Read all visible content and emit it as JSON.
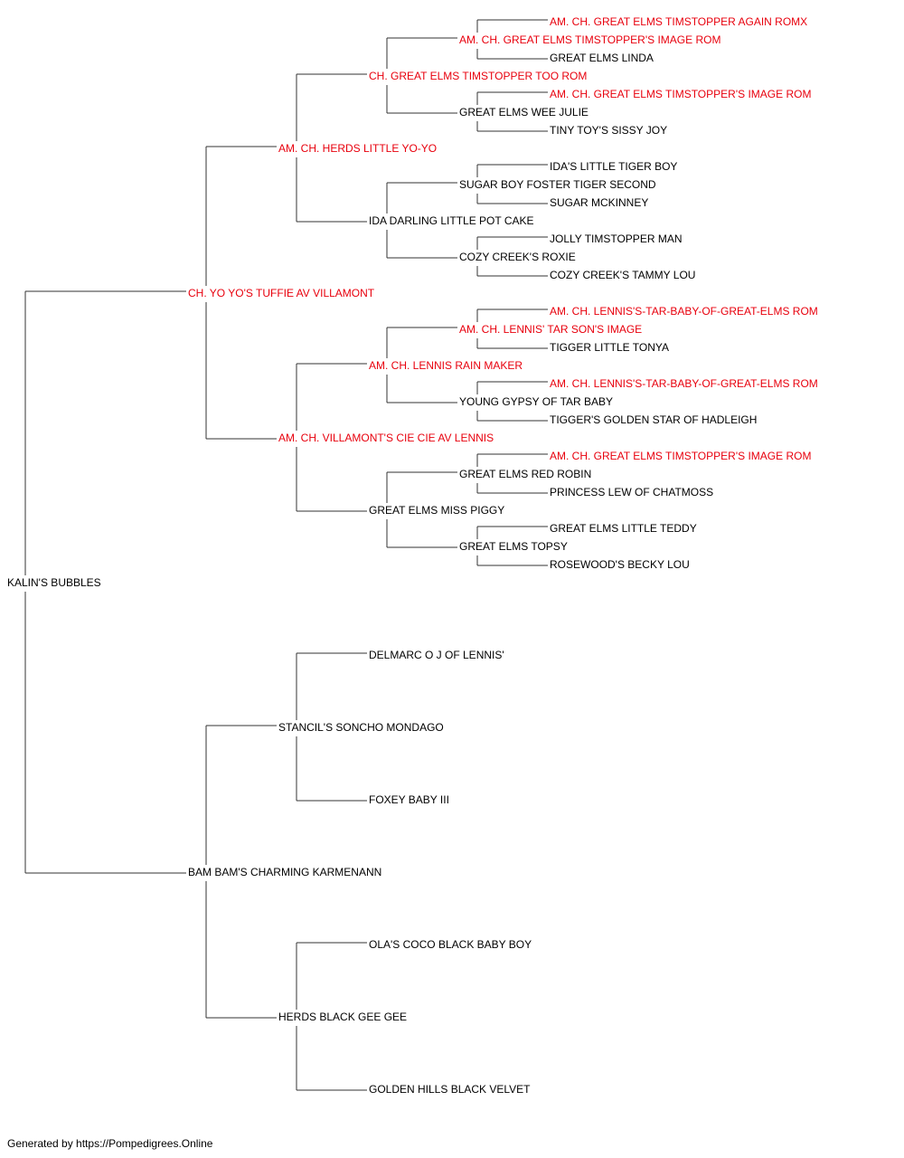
{
  "pedigree": {
    "name": "KALIN'S BUBBLES",
    "sire": {
      "name": "CH. YO YO'S TUFFIE AV VILLAMONT",
      "champion": true,
      "sire": {
        "name": "AM. CH. HERDS LITTLE YO-YO",
        "champion": true,
        "sire": {
          "name": "CH. GREAT ELMS TIMSTOPPER TOO ROM",
          "champion": true,
          "sire": {
            "name": "AM. CH. GREAT ELMS TIMSTOPPER'S IMAGE ROM",
            "champion": true,
            "sire": {
              "name": "AM. CH. GREAT ELMS TIMSTOPPER AGAIN ROMX",
              "champion": true
            },
            "dam": {
              "name": "GREAT ELMS LINDA",
              "champion": false
            }
          },
          "dam": {
            "name": "GREAT ELMS WEE JULIE",
            "champion": false,
            "sire": {
              "name": "AM. CH. GREAT ELMS TIMSTOPPER'S IMAGE ROM",
              "champion": true
            },
            "dam": {
              "name": "TINY TOY'S SISSY JOY",
              "champion": false
            }
          }
        },
        "dam": {
          "name": "IDA DARLING LITTLE POT CAKE",
          "champion": false,
          "sire": {
            "name": "SUGAR BOY FOSTER TIGER SECOND",
            "champion": false,
            "sire": {
              "name": "IDA'S LITTLE TIGER BOY",
              "champion": false
            },
            "dam": {
              "name": "SUGAR MCKINNEY",
              "champion": false
            }
          },
          "dam": {
            "name": "COZY CREEK'S ROXIE",
            "champion": false,
            "sire": {
              "name": "JOLLY TIMSTOPPER MAN",
              "champion": false
            },
            "dam": {
              "name": "COZY CREEK'S TAMMY LOU",
              "champion": false
            }
          }
        }
      },
      "dam": {
        "name": "AM. CH. VILLAMONT'S CIE CIE AV LENNIS",
        "champion": true,
        "sire": {
          "name": "AM. CH. LENNIS RAIN MAKER",
          "champion": true,
          "sire": {
            "name": "AM. CH. LENNIS' TAR SON'S IMAGE",
            "champion": true,
            "sire": {
              "name": "AM. CH. LENNIS'S-TAR-BABY-OF-GREAT-ELMS ROM",
              "champion": true
            },
            "dam": {
              "name": "TIGGER LITTLE TONYA",
              "champion": false
            }
          },
          "dam": {
            "name": "YOUNG GYPSY OF TAR BABY",
            "champion": false,
            "sire": {
              "name": "AM. CH. LENNIS'S-TAR-BABY-OF-GREAT-ELMS ROM",
              "champion": true
            },
            "dam": {
              "name": "TIGGER'S GOLDEN STAR OF HADLEIGH",
              "champion": false
            }
          }
        },
        "dam": {
          "name": "GREAT ELMS MISS PIGGY",
          "champion": false,
          "sire": {
            "name": "GREAT ELMS RED ROBIN",
            "champion": false,
            "sire": {
              "name": "AM. CH. GREAT ELMS TIMSTOPPER'S IMAGE ROM",
              "champion": true
            },
            "dam": {
              "name": "PRINCESS LEW OF CHATMOSS",
              "champion": false
            }
          },
          "dam": {
            "name": "GREAT ELMS TOPSY",
            "champion": false,
            "sire": {
              "name": "GREAT ELMS LITTLE TEDDY",
              "champion": false
            },
            "dam": {
              "name": "ROSEWOOD'S BECKY LOU",
              "champion": false
            }
          }
        }
      }
    },
    "dam": {
      "name": "BAM BAM'S CHARMING KARMENANN",
      "champion": false,
      "sire": {
        "name": "STANCIL'S SONCHO MONDAGO",
        "champion": false,
        "sire": {
          "name": "DELMARC O J OF LENNIS'",
          "champion": false
        },
        "dam": {
          "name": "FOXEY BABY III",
          "champion": false
        }
      },
      "dam": {
        "name": "HERDS BLACK GEE GEE",
        "champion": false,
        "sire": {
          "name": "OLA'S COCO BLACK BABY BOY",
          "champion": false
        },
        "dam": {
          "name": "GOLDEN HILLS BLACK VELVET",
          "champion": false
        }
      }
    }
  },
  "colors": {
    "champion": "#e8000d",
    "normal": "#000000",
    "line": "#333333"
  },
  "footer": "Generated by https://Pompedigrees.Online"
}
